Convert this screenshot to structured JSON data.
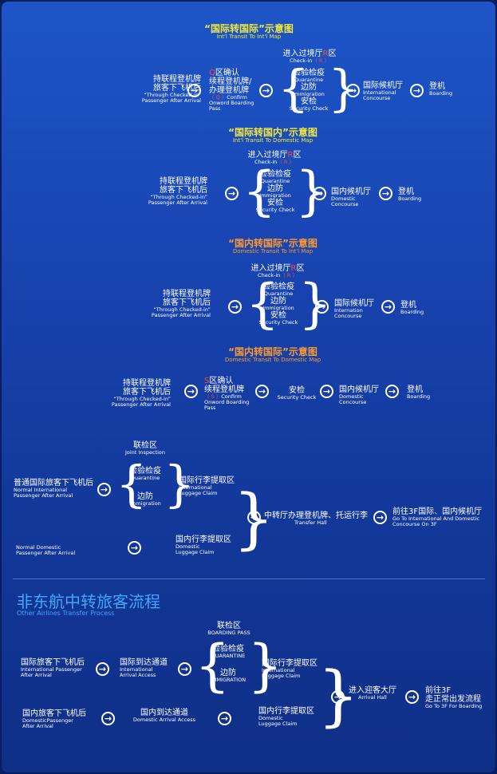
{
  "s1": {
    "title_cn": "“国际转国际”示意图",
    "title_en": "Int'l Transit To Int'l Map",
    "start_cn1": "持联程登机牌",
    "start_cn2": "旅客下飞机后",
    "start_en1": "“Through Checked-in”",
    "start_en2": "Passenger After Arrival",
    "q_letter": "Q",
    "q_cn1": "区确认",
    "q_cn2": "续程登机牌/",
    "q_cn3": "办理登机牌",
    "q_en_letter": "（ Q ）",
    "q_en1": "Confirm",
    "q_en2": "Onword Boarding",
    "q_en3": "Pass",
    "checkin_cn1": "进入过境厅",
    "checkin_letter": "R",
    "checkin_cn2": "区",
    "checkin_en": "Check-in",
    "checkin_en_letter": "（ R ）",
    "quar_cn": "检验检疫",
    "quar_en": "Quarantine",
    "imm_cn": "边防",
    "imm_en": "Immigration",
    "sec_cn": "安检",
    "sec_en": "Security Check",
    "conc_cn": "国际候机厅",
    "conc_en1": "International",
    "conc_en2": "Concourse",
    "board_cn": "登机",
    "board_en": "Boarding"
  },
  "s2": {
    "title_cn": "“国际转国内”示意图",
    "title_en": "Int'l Transit To Domestic Map",
    "checkin_cn1": "进入过境厅",
    "checkin_letter": "R",
    "checkin_cn2": "区",
    "checkin_en": "Check-in",
    "checkin_en_letter": "（ R ）",
    "start_cn1": "持联程登机牌",
    "start_cn2": "旅客下飞机后",
    "start_en1": "“Through Checked-in”",
    "start_en2": "Passenger After Arrival",
    "quar_cn": "检验检疫",
    "quar_en": "Quarantine",
    "imm_cn": "边防",
    "imm_en": "Immigration",
    "sec_cn": "安检",
    "sec_en": "Security Check",
    "conc_cn": "国内候机厅",
    "conc_en1": "Domestic",
    "conc_en2": "Concourse",
    "board_cn": "登机",
    "board_en": "Boarding"
  },
  "s3": {
    "title_cn": "“国内转国际”示意图",
    "title_en": "Domestic Transit To Int'l Map",
    "checkin_cn1": "进入过境厅",
    "checkin_letter": "R",
    "checkin_cn2": "区",
    "checkin_en": "Check-in",
    "checkin_en_letter": "（ R ）",
    "start_cn1": "持联程登机牌",
    "start_cn2": "旅客下飞机后",
    "start_en1": "“Through Checked-in”",
    "start_en2": "Passenger After Arrival",
    "quar_cn": "检验检疫",
    "quar_en": "Quarantine",
    "imm_cn": "边防",
    "imm_en": "Immigration",
    "sec_cn": "安检",
    "sec_en": "Security Check",
    "conc_cn": "国际候机厅",
    "conc_en1": "Internation",
    "conc_en2": "Concourse",
    "board_cn": "登机",
    "board_en": "Boarding"
  },
  "s4": {
    "title_cn": "“国内转国际”示意图",
    "title_en": "Domestic Transit To Domestic Map",
    "start_cn1": "持联程登机牌",
    "start_cn2": "旅客下飞机后",
    "start_en1": "“Through Checked-in”",
    "start_en2": "Passenger After Arrival",
    "s_letter": "S",
    "s_cn1": "区确认",
    "s_cn2": "续程登机牌",
    "s_en_letter": "（ S ）",
    "s_en1": "Confirm",
    "s_en2": "Onword Boarding",
    "s_en3": "Pass",
    "sec_cn": "安检",
    "sec_en": "Security Check",
    "conc_cn": "国内候机厅",
    "conc_en1": "Domestic",
    "conc_en2": "Concourse",
    "board_cn": "登机",
    "board_en": "Boarding"
  },
  "s5": {
    "joint_cn": "联检区",
    "joint_en": "Joint Inspection",
    "start_cn": "普通国际旅客下飞机后",
    "start_en1": "Normal International",
    "start_en2": "Passenger After Arrival",
    "quar_cn": "检验检疫",
    "quar_en": "Quarantine",
    "imm_cn": "边防",
    "imm_en": "Immigration",
    "intl_bag_cn": "国际行李提取区",
    "intl_bag_en1": "International",
    "intl_bag_en2": "Luggage Claim",
    "transfer_cn": "中转厅办理登机牌、托运行李",
    "transfer_en": "Transfer Hall",
    "goto_cn": "前往3F国际、国内候机厅",
    "goto_en1": "Go To International And Domestic",
    "goto_en2": "Concourse On 3F",
    "dom_start_en1": "Normal Domestic",
    "dom_start_en2": "Passenger After Arrival",
    "dom_bag_cn": "国内行李提取区",
    "dom_bag_en1": "Domestic",
    "dom_bag_en2": "Luggage Claim"
  },
  "s6": {
    "title_cn": "非东航中转旅客流程",
    "title_en": "Other Airlines Transfer Process",
    "joint_cn": "联检区",
    "joint_en": "BOARDING PASS",
    "intl_start_cn": "国际旅客下飞机后",
    "intl_start_en1": "International Passenger",
    "intl_start_en2": "After Arrival",
    "intl_access_cn": "国际到达通道",
    "intl_access_en1": "International",
    "intl_access_en2": "Arrival Access",
    "quar_cn": "检验检疫",
    "quar_en": "QUARANTINE",
    "imm_cn": "边防",
    "imm_en": "IMMIGRATION",
    "intl_bag_cn": "国际行李提取区",
    "intl_bag_en1": "International",
    "intl_bag_en2": "Luggage Claim",
    "hall_cn": "进入迎客大厅",
    "hall_en": "Arrival Hall",
    "goto_cn1": "前往3F",
    "goto_cn2": "走正常出发流程",
    "goto_en": "Go To 3F For Boarding",
    "dom_start_cn": "国内旅客下飞机后",
    "dom_start_en1": "DomesticPassenger",
    "dom_start_en2": "After Arrival",
    "dom_access_cn": "国内到达通道",
    "dom_access_en": "Domestic Arrival Access",
    "dom_bag_cn": "国内行李提取区",
    "dom_bag_en1": "Domestic",
    "dom_bag_en2": "Luggage Claim"
  },
  "icons": {
    "arrow": "arrow-right-circle-icon"
  }
}
